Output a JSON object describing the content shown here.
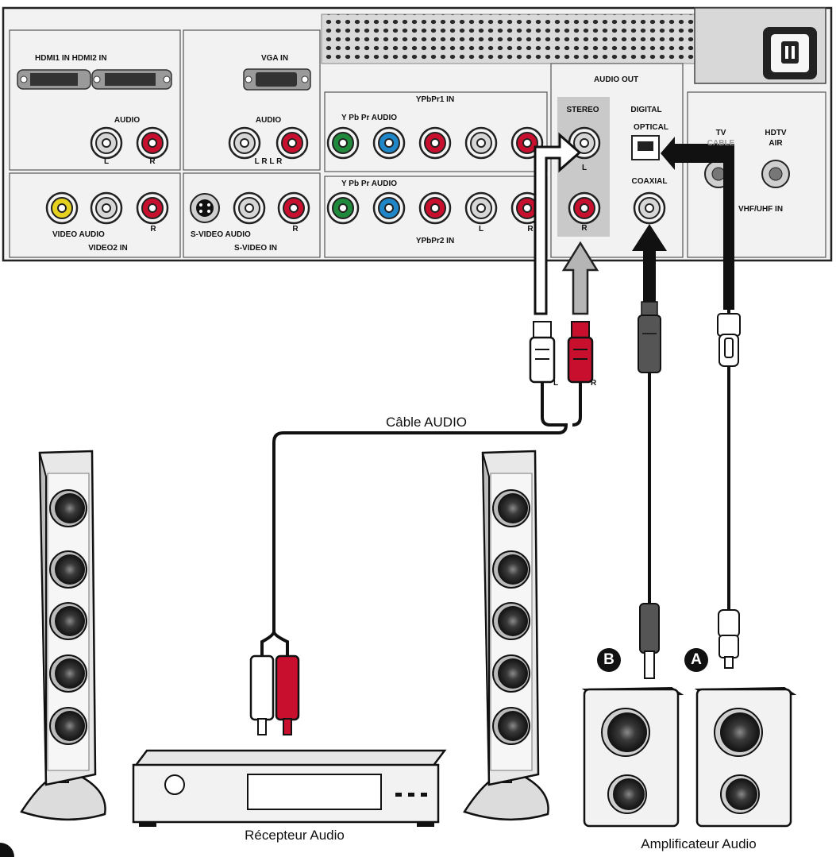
{
  "panel": {
    "hdmi": "HDMI1 IN HDMI2 IN",
    "vga": "VGA IN",
    "audio_hdmi": "AUDIO",
    "audio_vga": "AUDIO",
    "l1": "L",
    "r1": "R",
    "lrlr": "L R L R",
    "video_audio": "VIDEO AUDIO",
    "video_r": "R",
    "video2": "VIDEO2 IN",
    "svideo_audio": "S-VIDEO AUDIO",
    "svideo_r": "R",
    "svideo_in": "S-VIDEO IN",
    "ypbpr1": "YPbPr1 IN",
    "ypbpr_audio_top": "Y Pb Pr AUDIO",
    "ypbpr_audio_bot": "Y Pb Pr AUDIO",
    "ypbpr_l": "L",
    "ypbpr_r": "R",
    "ypbpr2": "YPbPr2 IN",
    "audio_out": "AUDIO OUT",
    "stereo": "STEREO",
    "stereo_l": "L",
    "stereo_r": "R",
    "digital": "DIGITAL",
    "optical": "OPTICAL",
    "coaxial": "COAXIAL",
    "tv": "TV",
    "cable": "CABLE",
    "hdtv": "HDTV",
    "air": "AIR",
    "vhf": "VHF/UHF IN"
  },
  "cables": {
    "plug_l": "L",
    "plug_r": "R",
    "audio_cable": "Câble AUDIO"
  },
  "devices": {
    "receiver": "Récepteur Audio",
    "amplifier": "Amplificateur Audio",
    "badge_a": "A",
    "badge_b": "B"
  },
  "colors": {
    "red_jack": "#c8102e",
    "green_jack": "#1f8a3b",
    "blue_jack": "#1f86c7",
    "yellow_jack": "#e6d21e",
    "panel_gray": "#f2f2f2",
    "stereo_highlight": "#c9c9c9"
  }
}
